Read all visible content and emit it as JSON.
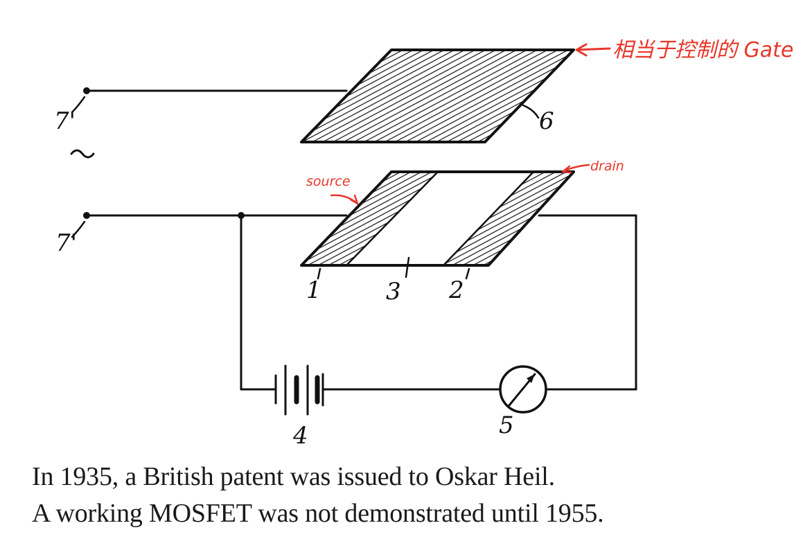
{
  "diagram": {
    "labels": {
      "terminal_top": "7'",
      "terminal_bottom": "7'",
      "ac_symbol": "~",
      "gate_plate": "6",
      "source_region": "1",
      "channel": "3",
      "drain_region": "2",
      "battery": "4",
      "meter": "5"
    },
    "annotations": {
      "gate": "相当于控制的 Gate",
      "source": "source",
      "drain": "drain"
    },
    "colors": {
      "ink": "#111111",
      "annotation": "#e8362a"
    }
  },
  "caption": {
    "line1": "In 1935, a British patent was issued to Oskar Heil.",
    "line2": "A working MOSFET was not demonstrated until 1955."
  }
}
